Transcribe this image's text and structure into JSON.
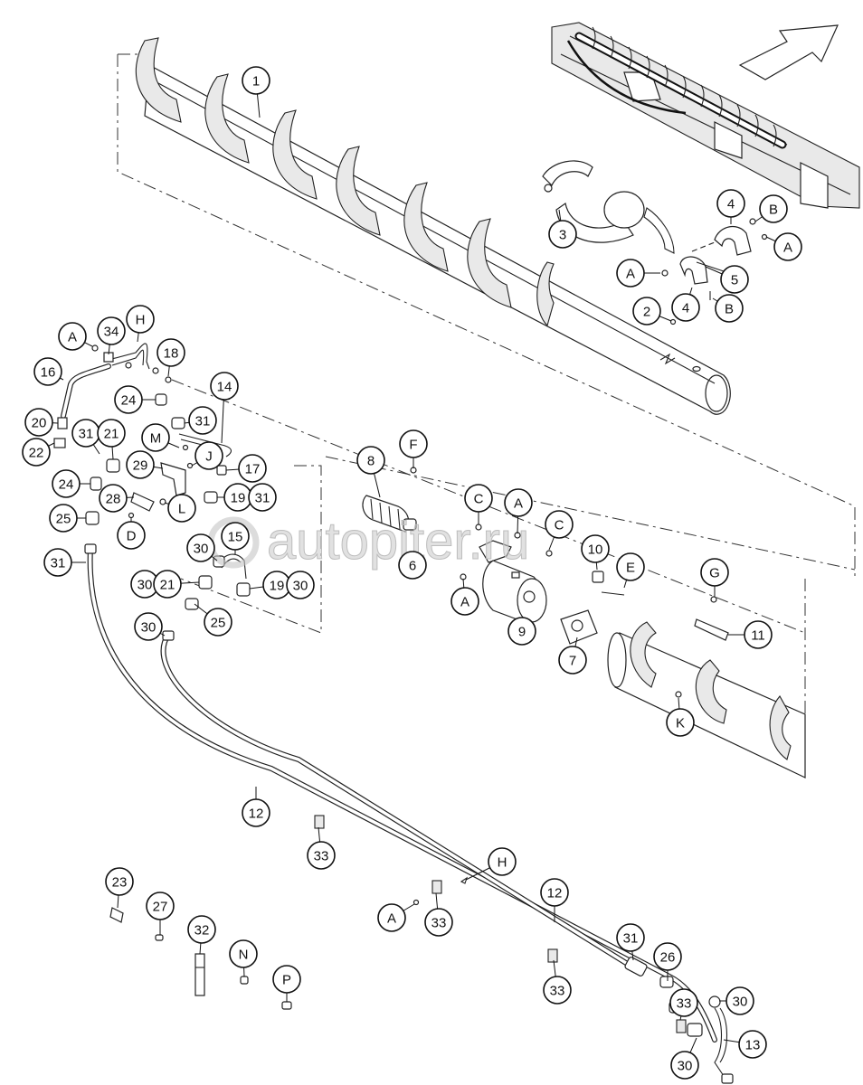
{
  "watermark": {
    "text": "autopiter.ru"
  },
  "callouts": {
    "c1": "1",
    "c2": "2",
    "c3": "3",
    "c4a": "4",
    "c4b": "4",
    "c5": "5",
    "cBa": "B",
    "cBb": "B",
    "cAa": "A",
    "cAb": "A",
    "cA1": "A",
    "c34": "34",
    "cH1": "H",
    "c18": "18",
    "c16": "16",
    "c24a": "24",
    "c14": "14",
    "c20": "20",
    "c22": "22",
    "c31a": "31",
    "c21a": "21",
    "c31b": "31",
    "cM": "M",
    "c29": "29",
    "cJ": "J",
    "c17": "17",
    "c24b": "24",
    "c28": "28",
    "cL": "L",
    "c19a": "19",
    "c31c": "31",
    "c25a": "25",
    "cD": "D",
    "c15": "15",
    "c30a": "30",
    "c31d": "31",
    "c30b": "30",
    "c21b": "21",
    "c19b": "19",
    "c30c": "30",
    "c30d": "30",
    "c25b": "25",
    "c8": "8",
    "cF": "F",
    "cC1": "C",
    "cA2": "A",
    "cC2": "C",
    "c6": "6",
    "c10": "10",
    "cE": "E",
    "cA3": "A",
    "c9": "9",
    "c7": "7",
    "cG": "G",
    "c11": "11",
    "cK": "K",
    "c12a": "12",
    "c33a": "33",
    "cH2": "H",
    "cA4": "A",
    "c33b": "33",
    "c12b": "12",
    "c31e": "31",
    "c26": "26",
    "c33c": "33",
    "c33d": "33",
    "c30e": "30",
    "c13": "13",
    "c30f": "30",
    "c23": "23",
    "c27": "27",
    "c32": "32",
    "cN": "N",
    "cP": "P"
  }
}
